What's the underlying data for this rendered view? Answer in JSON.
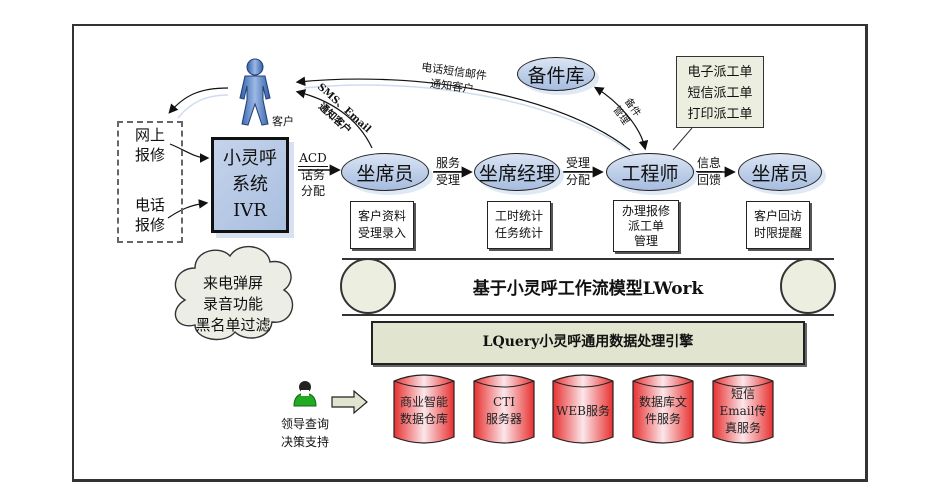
{
  "title": "小灵呼系统业务流程架构图",
  "customer": {
    "label": "客户"
  },
  "channels": {
    "online": "网上\n报修",
    "online_lines": [
      "网上",
      "报修"
    ],
    "phone_lines": [
      "电话",
      "报修"
    ]
  },
  "ivr": {
    "lines": [
      "小灵呼",
      "系统",
      "IVR"
    ]
  },
  "edges": {
    "acd": {
      "top": "ACD",
      "bottom_lines": [
        "话务",
        "分配"
      ]
    },
    "service": {
      "top": "服务",
      "bottom": "受理"
    },
    "dispatch": {
      "top": "受理",
      "bottom": "分配"
    },
    "feedback": {
      "top": "信息",
      "bottom": "回馈"
    },
    "notify_phone": [
      "电话短信邮件",
      "通知客户"
    ],
    "notify_sms": [
      "SMS、Email",
      "通知客户"
    ],
    "parts_manage": [
      "备件",
      "管理"
    ]
  },
  "nodes": {
    "agent1": "坐席员",
    "manager": "坐席经理",
    "engineer": "工程师",
    "agent2": "坐席员",
    "parts": "备件库"
  },
  "dispatch_note": [
    "电子派工单",
    "短信派工单",
    "打印派工单"
  ],
  "info_boxes": {
    "agent1": [
      "客户资料",
      "受理录入"
    ],
    "manager": [
      "工时统计",
      "任务统计"
    ],
    "engineer": [
      "办理报修",
      "派工单",
      "管理"
    ],
    "agent2": [
      "客户回访",
      "时限提醒"
    ]
  },
  "cloud": [
    "来电弹屏",
    "录音功能",
    "黑名单过滤"
  ],
  "workflow": {
    "title": "基于小灵呼工作流模型LWork"
  },
  "engine": {
    "title": "LQuery小灵呼通用数据处理引擎"
  },
  "leader": {
    "lines": [
      "领导查询",
      "决策支持"
    ]
  },
  "services": [
    {
      "lines": [
        "商业智能",
        "数据仓库"
      ]
    },
    {
      "lines": [
        "CTI",
        "服务器"
      ]
    },
    {
      "lines": [
        "WEB服务"
      ]
    },
    {
      "lines": [
        "数据库文",
        "件服务"
      ]
    },
    {
      "lines": [
        "短信",
        "Email传",
        "真服务"
      ]
    }
  ],
  "colors": {
    "node_fill": "#b9cbe6",
    "engine_fill": "#e1e5cf",
    "cylinder": "#ee4444",
    "leader": "#22aa22",
    "person": "#4a74b8"
  }
}
